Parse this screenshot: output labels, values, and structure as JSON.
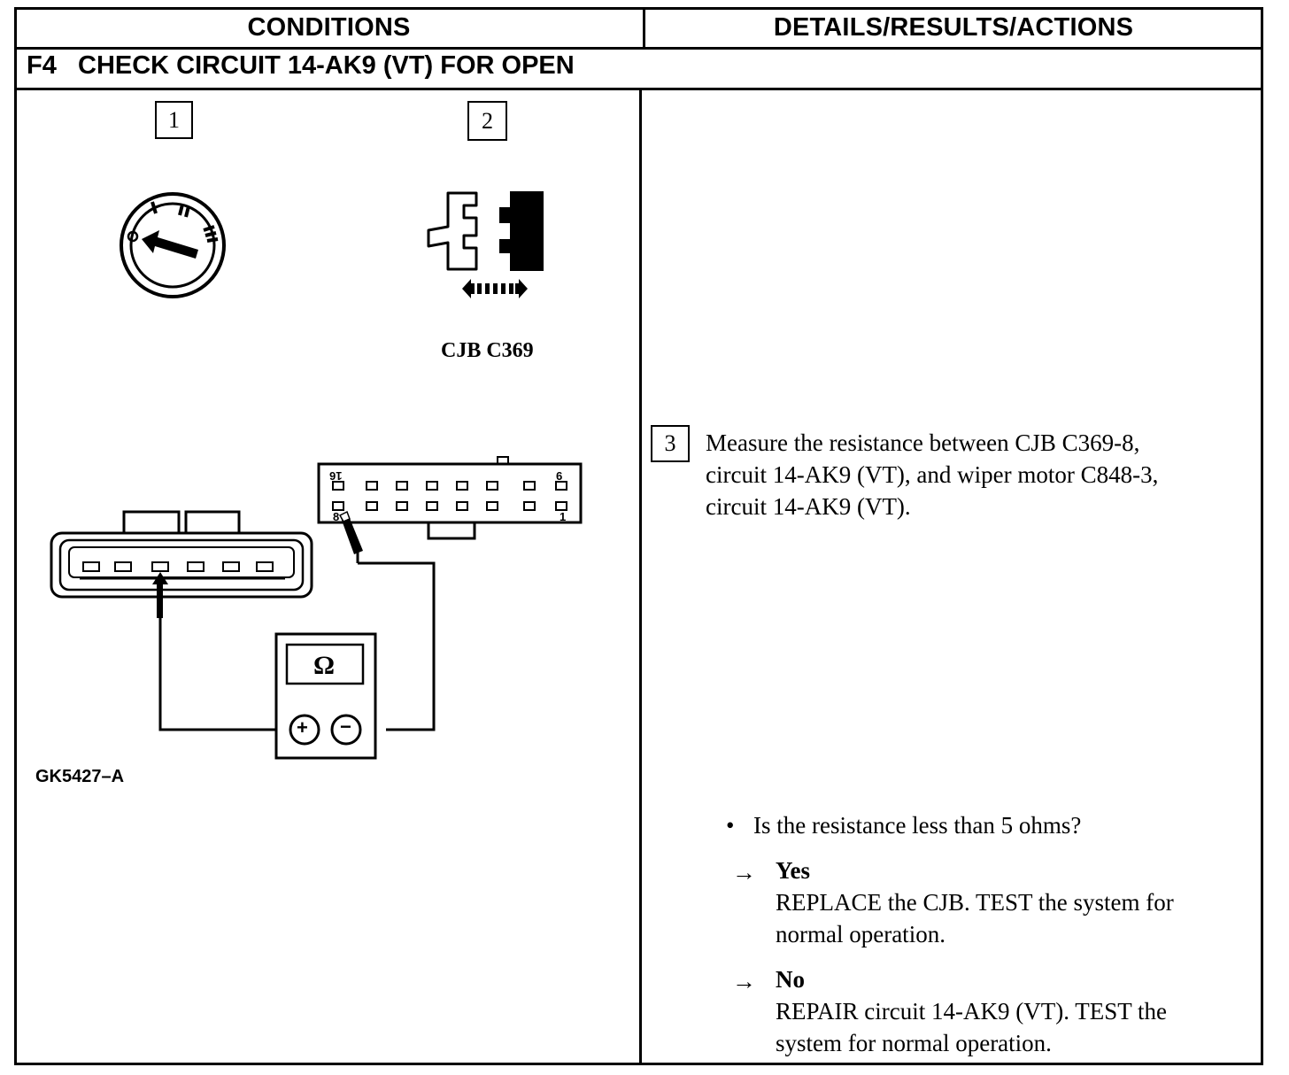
{
  "header": {
    "conditions": "CONDITIONS",
    "details": "DETAILS/RESULTS/ACTIONS"
  },
  "step": {
    "title": "F4   CHECK CIRCUIT 14-AK9 (VT) FOR OPEN"
  },
  "conditions": {
    "box1": "1",
    "box2": "2",
    "connector_label": "CJB C369",
    "connector_pin_left_top": "16",
    "connector_pin_left_bottom": "8",
    "connector_pin_right_top": "9",
    "connector_pin_right_bottom": "1",
    "meter_symbol": "Ω",
    "meter_plus": "+",
    "meter_minus": "−",
    "figure_id": "GK5427–A",
    "icons": [
      "ignition-switch-icon",
      "connector-disconnect-icon",
      "ohmmeter-icon"
    ]
  },
  "details": {
    "box3": "3",
    "instruction_lines": [
      "Measure the resistance between CJB C369-8,",
      "circuit 14-AK9 (VT), and wiper motor C848-3,",
      "circuit 14-AK9 (VT)."
    ],
    "question": "Is the resistance less than 5 ohms?",
    "yes_label": "Yes",
    "yes_lines": [
      "REPLACE the CJB. TEST the system for",
      "normal operation."
    ],
    "no_label": "No",
    "no_lines": [
      "REPAIR circuit 14-AK9 (VT). TEST the",
      "system for normal operation."
    ],
    "bullet": "•",
    "arrow": "→"
  }
}
